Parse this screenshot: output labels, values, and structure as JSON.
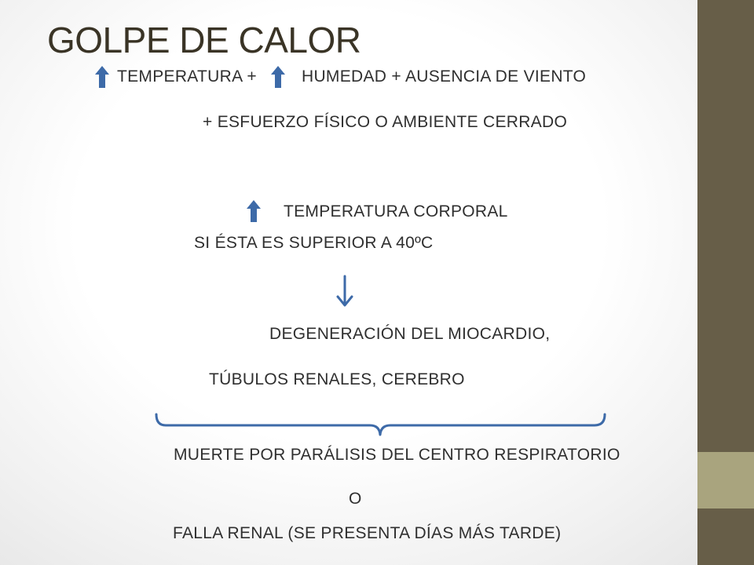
{
  "slide": {
    "title": "GOLPE DE CALOR",
    "lines": {
      "temperatura_plus": "TEMPERATURA +",
      "humedad_viento": "HUMEDAD + AUSENCIA DE VIENTO",
      "esfuerzo": "+ ESFUERZO FÍSICO O AMBIENTE CERRADO",
      "temp_corporal": "TEMPERATURA CORPORAL",
      "superior_40": "SI ÉSTA ES SUPERIOR A 40ºC",
      "degeneracion": "DEGENERACIÓN DEL MIOCARDIO,",
      "tubulos": "TÚBULOS RENALES, CEREBRO",
      "muerte": "MUERTE POR PARÁLISIS DEL CENTRO RESPIRATORIO",
      "o": "O",
      "falla_renal": "FALLA RENAL (SE PRESENTA DÍAS MÁS TARDE)"
    },
    "icons": {
      "up_arrow": "up-arrow-icon",
      "down_arrow": "down-arrow-icon",
      "brace": "curly-brace-icon"
    },
    "colors": {
      "arrow": "#3d6aa8",
      "sidebar": "#675e48",
      "sidebar_accent": "#a9a47e",
      "title": "#3a3426"
    }
  }
}
